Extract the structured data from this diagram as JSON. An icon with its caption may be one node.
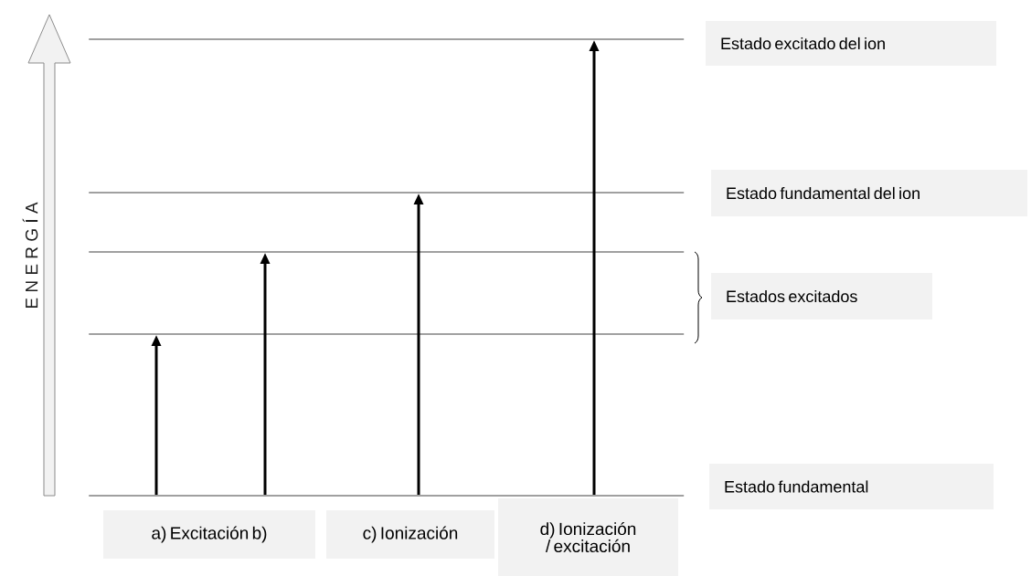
{
  "diagram": {
    "nodes": [
      {
        "text": [],
        "shape": "bar"
      },
      {
        "text": [
          "Estado excitado del ion"
        ]
      },
      {
        "text": [],
        "shape": "bar"
      },
      {
        "text": [
          "Estado fundamental del ion"
        ]
      },
      {
        "text": [],
        "shape": "bar"
      },
      {
        "text": [
          "Estados excitados"
        ]
      },
      {
        "text": [],
        "shape": "bar"
      },
      {
        "text": [],
        "shape": "bar"
      },
      {
        "text": [
          "Estado fundamental"
        ]
      },
      {
        "text": [
          "a) Excitación b)"
        ]
      },
      {
        "text": [
          "c) Ionización"
        ]
      },
      {
        "text": [
          "d) Ionización / excitación"
        ]
      }
    ],
    "edges": [
      {
        "from": 7,
        "to": 6,
        "arrow": "to"
      },
      {
        "from": 7,
        "to": 4,
        "arrow": "to"
      },
      {
        "from": 7,
        "to": 2,
        "arrow": "to"
      },
      {
        "from": 7,
        "to": 0,
        "arrow": "to"
      }
    ],
    "labels": [
      "E N E R G Í A"
    ]
  }
}
